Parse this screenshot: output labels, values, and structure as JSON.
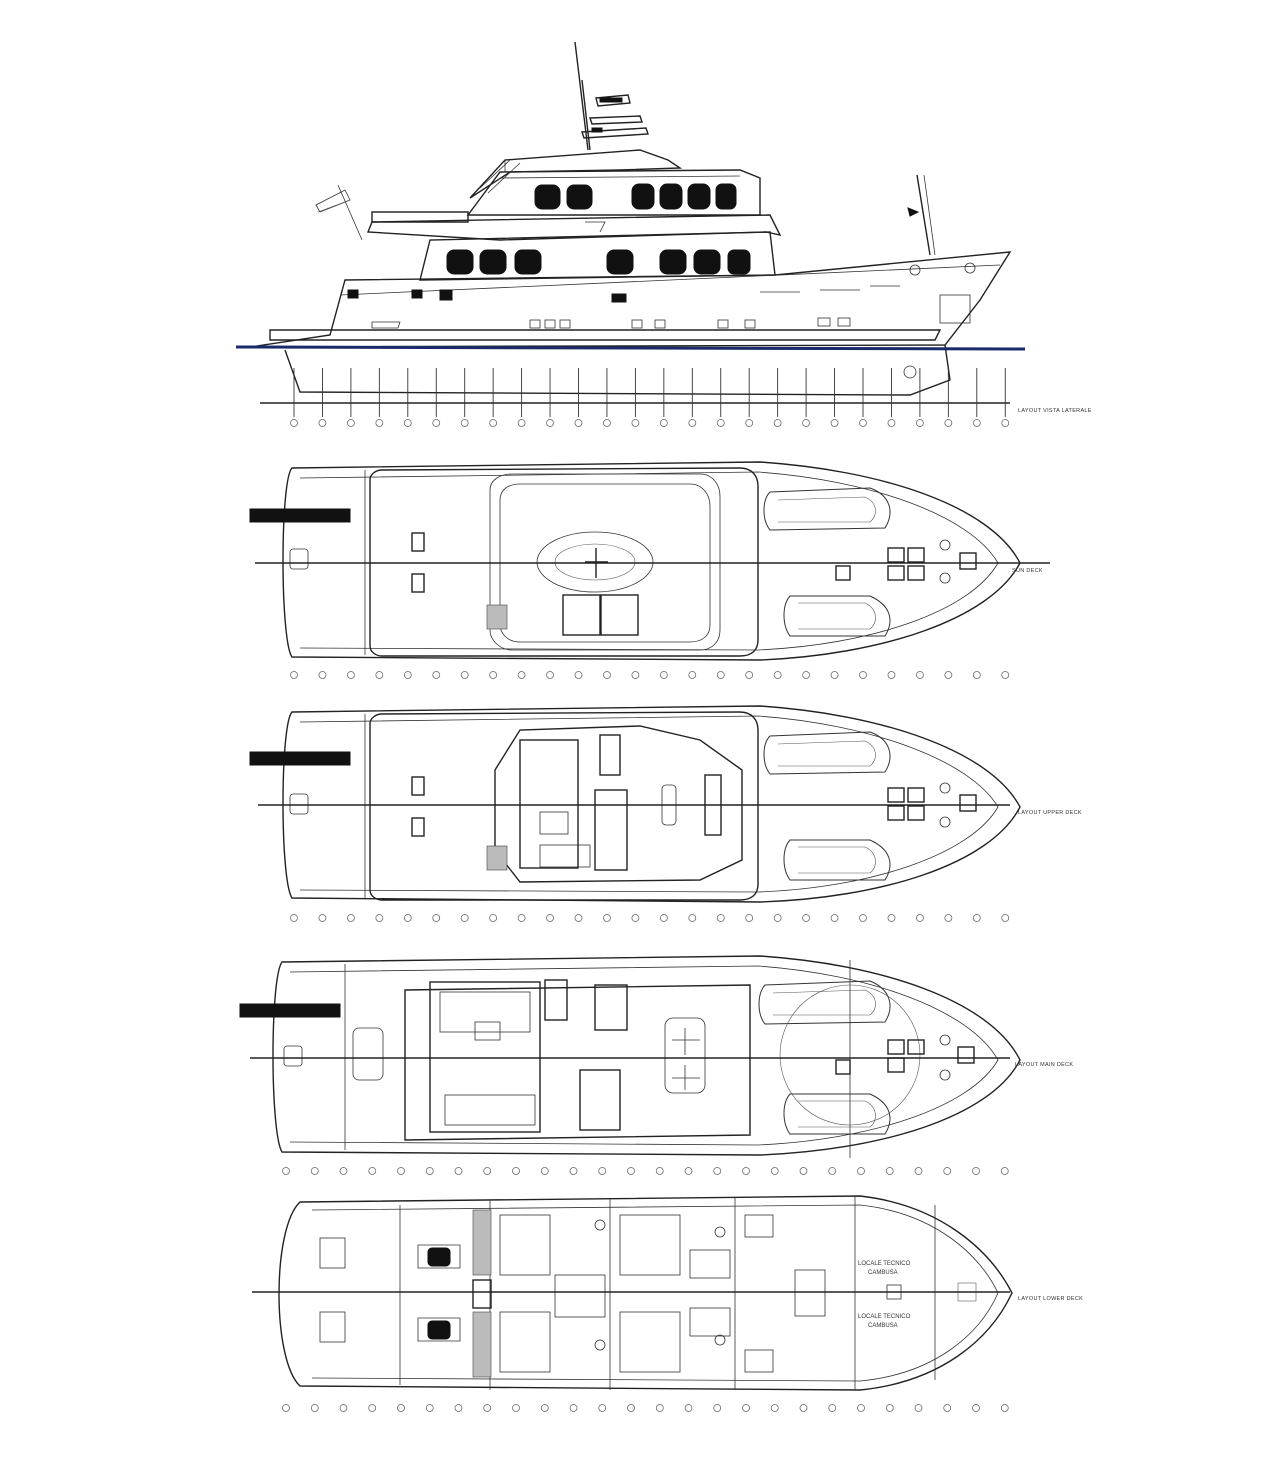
{
  "labels": {
    "side_view": "LAYOUT VISTA LATERALE",
    "sun_deck": "SUN DECK",
    "upper_deck": "LAYOUT UPPER DECK",
    "main_deck": "LAYOUT MAIN DECK",
    "lower_deck": "LAYOUT LOWER DECK"
  },
  "rooms": {
    "tech_room_1": "LOCALE TECNICO",
    "cabin_1": "CAMBUSA",
    "tech_room_2": "LOCALE TECNICO",
    "cabin_2": "CAMBUSA"
  },
  "colors": {
    "waterline": "#1c2a6b",
    "ink": "#222222"
  }
}
